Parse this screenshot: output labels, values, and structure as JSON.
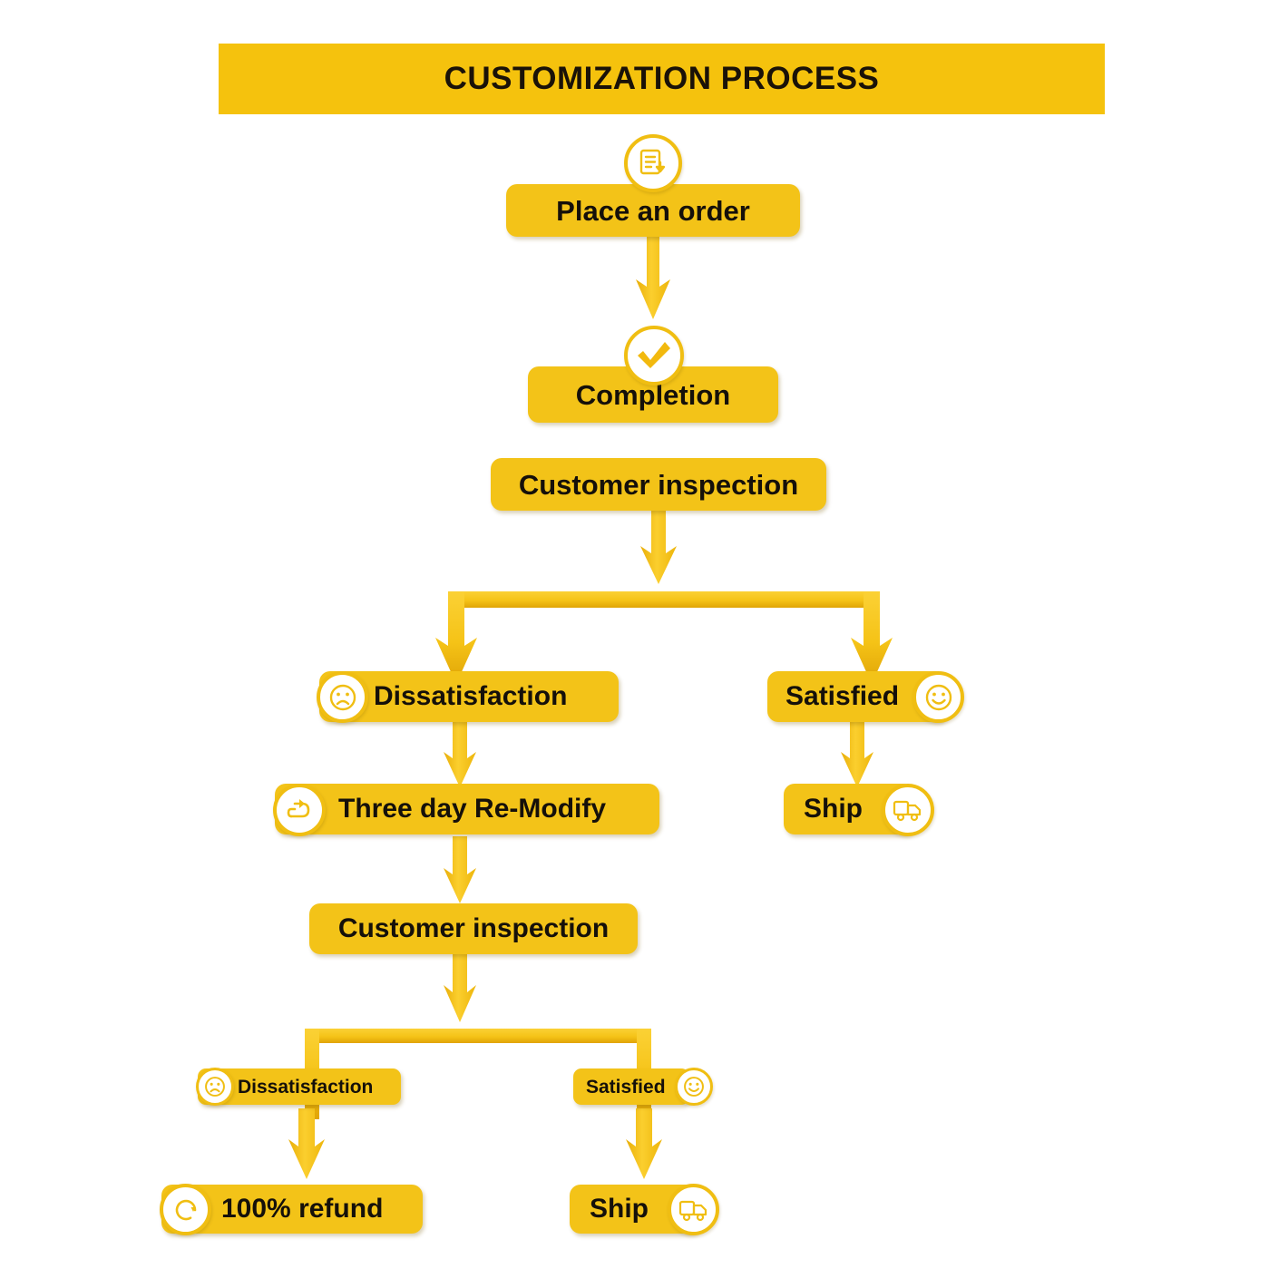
{
  "title": {
    "text": "CUSTOMIZATION PROCESS",
    "bg": "#F5C20D",
    "color": "#1a1208"
  },
  "theme": {
    "node_fill": "#F3C318",
    "arrow_fill": "#F7C61B",
    "arrow_fill_dark": "#E9AE09",
    "icon_stroke": "#F0BE12",
    "text_color": "#15100a",
    "background": "#FFFFFF"
  },
  "nodes": [
    {
      "id": "place-order",
      "label": "Place an order",
      "icon": "document-download-icon",
      "icon_side": "top"
    },
    {
      "id": "completion",
      "label": "Completion",
      "icon": "check-circle-icon",
      "icon_side": "top"
    },
    {
      "id": "customer-inspection-1",
      "label": "Customer inspection",
      "icon": "none",
      "icon_side": "none"
    },
    {
      "id": "dissatisfaction-1",
      "label": "Dissatisfaction",
      "icon": "sad-face-icon",
      "icon_side": "left"
    },
    {
      "id": "satisfied-1",
      "label": "Satisfied",
      "icon": "smiley-face-icon",
      "icon_side": "right"
    },
    {
      "id": "three-day-remodify",
      "label": "Three day Re-Modify",
      "icon": "redo-arrow-icon",
      "icon_side": "left"
    },
    {
      "id": "ship-1",
      "label": "Ship",
      "icon": "truck-icon",
      "icon_side": "right"
    },
    {
      "id": "customer-inspection-2",
      "label": "Customer inspection",
      "icon": "none",
      "icon_side": "none"
    },
    {
      "id": "dissatisfaction-2",
      "label": "Dissatisfaction",
      "icon": "sad-face-icon",
      "icon_side": "left"
    },
    {
      "id": "satisfied-2",
      "label": "Satisfied",
      "icon": "smiley-face-icon",
      "icon_side": "right"
    },
    {
      "id": "refund",
      "label": "100% refund",
      "icon": "refund-circle-icon",
      "icon_side": "left"
    },
    {
      "id": "ship-2",
      "label": "Ship",
      "icon": "truck-icon",
      "icon_side": "right"
    }
  ],
  "flow": {
    "edges": [
      {
        "from": "place-order",
        "to": "completion",
        "type": "straight"
      },
      {
        "from": "customer-inspection-1",
        "to": "branch-1",
        "type": "straight"
      },
      {
        "from": "branch-1",
        "to": "dissatisfaction-1",
        "type": "split-left"
      },
      {
        "from": "branch-1",
        "to": "satisfied-1",
        "type": "split-right"
      },
      {
        "from": "dissatisfaction-1",
        "to": "three-day-remodify",
        "type": "straight"
      },
      {
        "from": "satisfied-1",
        "to": "ship-1",
        "type": "straight"
      },
      {
        "from": "three-day-remodify",
        "to": "customer-inspection-2",
        "type": "straight"
      },
      {
        "from": "customer-inspection-2",
        "to": "branch-2",
        "type": "straight"
      },
      {
        "from": "branch-2",
        "to": "dissatisfaction-2",
        "type": "split-left"
      },
      {
        "from": "branch-2",
        "to": "satisfied-2",
        "type": "split-right"
      },
      {
        "from": "dissatisfaction-2",
        "to": "refund",
        "type": "straight"
      },
      {
        "from": "satisfied-2",
        "to": "ship-2",
        "type": "straight"
      }
    ]
  }
}
